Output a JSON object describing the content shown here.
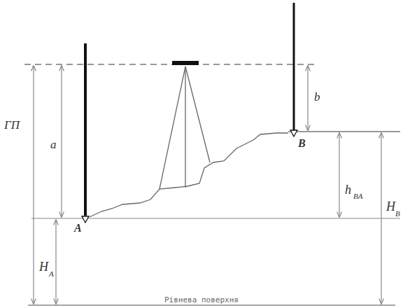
{
  "diagram": {
    "labels": [
      "ГП",
      "a",
      "b",
      "h",
      "BA",
      "H",
      "A",
      "A",
      "B",
      "H",
      "B",
      "Рівнева поверхня"
    ]
  }
}
